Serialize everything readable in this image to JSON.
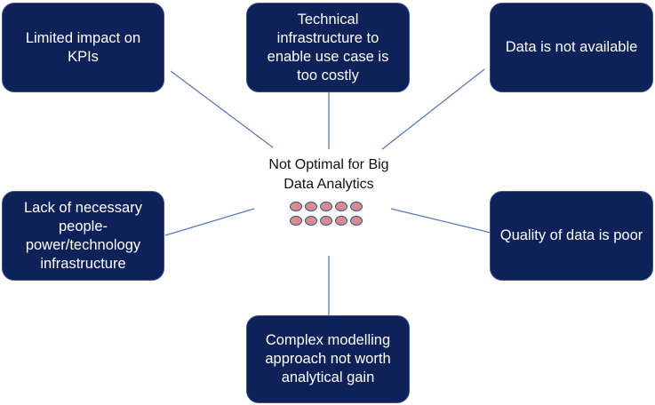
{
  "center": {
    "line1": "Not Optimal for Big",
    "line2": "Data Analytics"
  },
  "boxes": {
    "top_left": "Limited impact on KPIs",
    "top_center": "Technical infrastructure to enable use case is too costly",
    "top_right": "Data is not available",
    "mid_left": "Lack of necessary people-power/technology infrastructure",
    "mid_right": "Quality of data is poor",
    "bottom_center": "Complex modelling approach not worth analytical gain"
  },
  "colors": {
    "box_fill": "#0e2158",
    "box_border": "#3b528c",
    "connector": "#5a7ab8",
    "dot_fill": "#d98c8c",
    "dot_border": "#3a4f86"
  },
  "dot_count": 10
}
